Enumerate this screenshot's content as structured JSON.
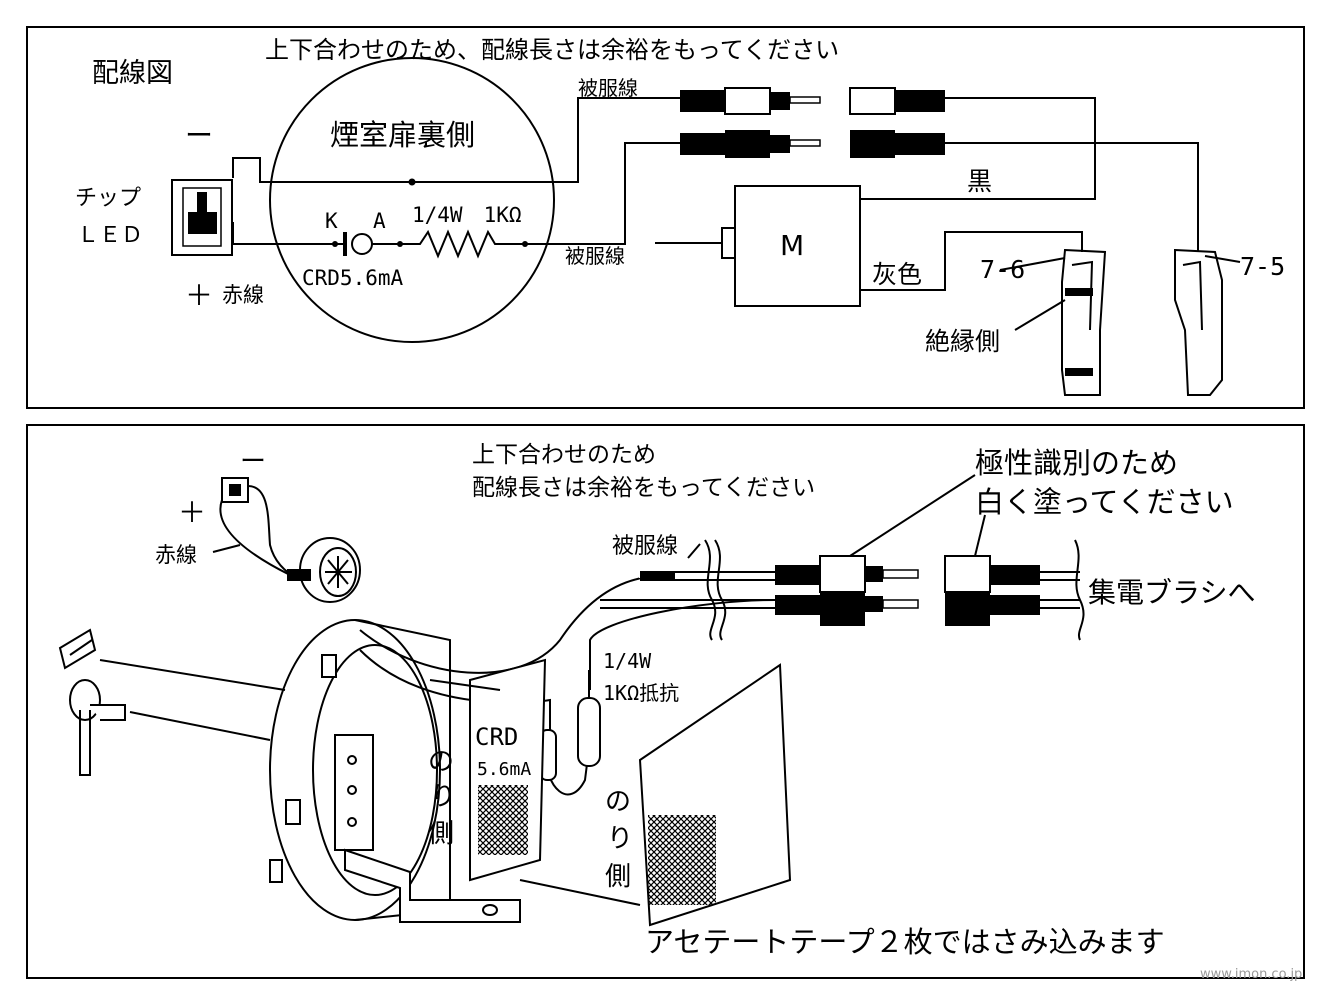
{
  "top": {
    "title": "配線図",
    "note": "上下合わせのため、配線長さは余裕をもってください",
    "inner_label": "煙室扉裏側",
    "led_label_1": "チップ",
    "led_label_2": "ＬＥＤ",
    "minus": "ー",
    "plus": "＋",
    "red_wire": "赤線",
    "k": "K",
    "a": "A",
    "resistor": "1/4W　1KΩ",
    "crd": "CRD5.6mA",
    "coated_wire_top": "被服線",
    "coated_wire_bottom": "被服線",
    "motor": "M",
    "black": "黒",
    "gray": "灰色",
    "terminal_76": "7-6",
    "terminal_75": "7-5",
    "insulated_side": "絶縁側"
  },
  "bottom": {
    "note_line1": "上下合わせのため",
    "note_line2": "配線長さは余裕をもってください",
    "polarity_line1": "極性識別のため",
    "polarity_line2": "白く塗ってください",
    "minus": "ー",
    "plus": "＋",
    "red_wire": "赤線",
    "coated_wire": "被服線",
    "to_brush": "集電ブラシへ",
    "resistor_line1": "1/4W",
    "resistor_line2": "1KΩ抵抗",
    "crd_line1": "CRD",
    "crd_line2": "5.6mA",
    "glue_side_chars": [
      "の",
      "り",
      "側"
    ],
    "tape_note": "アセテートテープ２枚ではさみ込みます"
  },
  "watermark": "www.imon.co.jp"
}
